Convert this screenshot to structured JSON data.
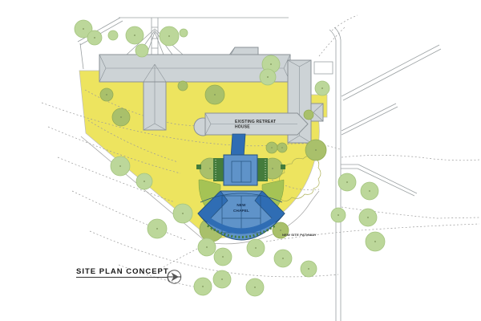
{
  "drawing": {
    "title": "SITE PLAN CONCEPT",
    "labels": {
      "retreat_line1": "EXISTING RETREAT",
      "retreat_line2": "HOUSE",
      "chapel_line1": "NEW",
      "chapel_line2": "CHAPEL",
      "pathway": "NEW SITE PATHWAY"
    }
  },
  "icons": {
    "compass": "north-arrow-compass-icon"
  },
  "colors": {
    "lawn": "#EDE45F",
    "building": "#CDD3D6",
    "building-outline": "#8A9297",
    "chapel-mid": "#5F93C9",
    "chapel-dark": "#2F6DB4",
    "chapel-outline": "#24527E",
    "hedge": "#447C3C",
    "wedge": "#A5C355",
    "tree": "#BCD79A",
    "tree-olive": "#A9C06B",
    "contour": "#9A9A9A",
    "ink": "#1A1A1A"
  }
}
